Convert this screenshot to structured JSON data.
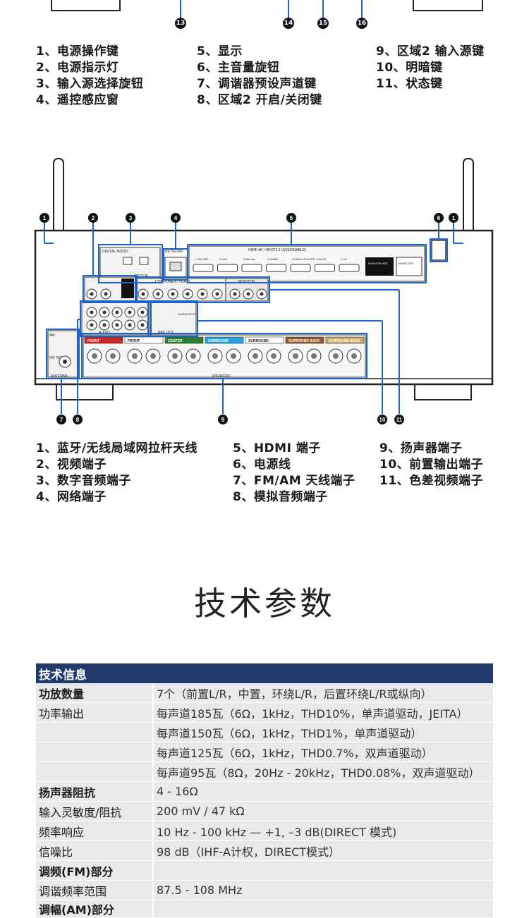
{
  "front_panel": {
    "callouts": [
      "13",
      "14",
      "15",
      "16"
    ],
    "legend": {
      "col1": [
        "1、电源操作键",
        "2、电源指示灯",
        "3、输入源选择旋钮",
        "4、遥控感应窗"
      ],
      "col2": [
        "5、显示",
        "6、主音量旋钮",
        "7、调谐器预设声道键",
        "8、区域2 开启/关闭键"
      ],
      "col3": [
        "9、区域2 输入源键",
        "10、明暗键",
        "11、状态键"
      ]
    }
  },
  "rear_panel": {
    "top_callouts": [
      "1",
      "2",
      "3",
      "4",
      "5",
      "6",
      "1"
    ],
    "bottom_callouts": [
      "7",
      "8",
      "9",
      "10",
      "11"
    ],
    "labels": {
      "digital_audio": "DIGITAL AUDIO",
      "optical": "OPTICAL",
      "network": "NETWORK",
      "hdmi_header": "HDMI  4K / HDCP2.2 (ASSIGNABLE)",
      "hdmi_ports": [
        "1 CBL/SAT",
        "2 DVD",
        "3 Blu-ray",
        "4 GAME",
        "5 MEDIA PLAYER",
        "6 AUX2",
        "7 CD"
      ],
      "hdmi_monitor": "MONITOR ARC",
      "hdmi_monitor2": "MONITOR2",
      "component_video": "COMPONENT VIDEO",
      "monitor": "MONITOR",
      "audio": "AUDIO",
      "pre_out": "PRE OUT",
      "subwoofer": "SUBWOOFER",
      "antenna": "ANTENNA",
      "am": "AM",
      "fm": "FM 75Ω",
      "speakers": "SPEAKERS",
      "speaker_groups": [
        "FRONT",
        "FRONT",
        "CENTER",
        "SURROUND",
        "SURROUND",
        "SURROUND BACK",
        "SURROUND BACK"
      ],
      "speaker_colors": [
        "#c62828",
        "#ffffff",
        "#2e7d32",
        "#29a3d9",
        "#ffffff",
        "#8a5a2b",
        "#c9a86a"
      ]
    },
    "legend": {
      "col1": [
        "1、蓝牙/无线局域网拉杆天线",
        "2、视频端子",
        "3、数字音频端子",
        "4、网络端子"
      ],
      "col2": [
        "5、HDMI 端子",
        "6、电源线",
        "7、FM/AM 天线端子",
        "8、模拟音频端子"
      ],
      "col3": [
        "9、扬声器端子",
        "10、前置输出端子",
        "11、色差视频端子"
      ]
    }
  },
  "section_title": "技术参数",
  "spec_table": {
    "header": "技术信息",
    "rows": [
      {
        "key": "功放数量",
        "bold": true,
        "value": "7个（前置L/R，中置，环绕L/R，后置环绕L/R或纵向）"
      },
      {
        "key": "功率输出",
        "bold": false,
        "value": "每声道185瓦（6Ω，1kHz，THD10%，单声道驱动，JEITA）"
      },
      {
        "key": "",
        "bold": false,
        "value": "每声道150瓦（6Ω，1kHz，THD1%，单声道驱动）"
      },
      {
        "key": "",
        "bold": false,
        "value": "每声道125瓦（6Ω，1kHz，THD0.7%，双声道驱动）"
      },
      {
        "key": "",
        "bold": false,
        "value": "每声道95瓦（8Ω，20Hz - 20kHz，THD0.08%，双声道驱动）"
      },
      {
        "key": "扬声器阻抗",
        "bold": true,
        "value": "4 - 16Ω"
      },
      {
        "key": "输入灵敏度/阻抗",
        "bold": false,
        "value": "200 mV / 47  kΩ"
      },
      {
        "key": "频率响应",
        "bold": false,
        "value": "10 Hz - 100 kHz — +1, –3 dB(DIRECT 模式)"
      },
      {
        "key": "信噪比",
        "bold": false,
        "value": "98 dB（IHF-A计权，DIRECT模式）"
      },
      {
        "key": "调频(FM)部分",
        "bold": true,
        "value": ""
      },
      {
        "key": "调谐频率范围",
        "bold": false,
        "value": "87.5 - 108 MHz"
      },
      {
        "key": "调幅(AM)部分",
        "bold": true,
        "value": ""
      }
    ]
  },
  "colors": {
    "callout_blue": "#1e63c6",
    "table_header": "#1f3a6b",
    "table_cell": "#e9e9ea"
  }
}
